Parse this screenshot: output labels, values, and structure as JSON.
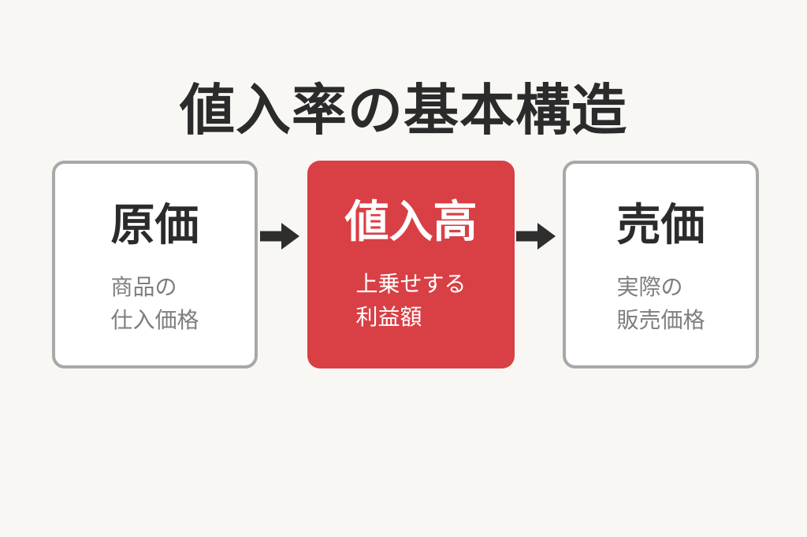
{
  "title": "値入率の基本構造",
  "colors": {
    "background": "#f9f7f3",
    "accent_red": "#d84045",
    "box_border": "#a8a8a8",
    "title_text": "#2b2b2b",
    "subtitle_gray": "#7e7e7e",
    "arrow": "#2e2e2e"
  },
  "flow": {
    "boxes": [
      {
        "id": "cost",
        "label": "原価",
        "description": "商品の\n仕入価格",
        "variant": "outline"
      },
      {
        "id": "markup",
        "label": "値入高",
        "description": "上乗せする\n利益額",
        "variant": "accent"
      },
      {
        "id": "price",
        "label": "売価",
        "description": "実際の\n販売価格",
        "variant": "outline"
      }
    ],
    "arrows": [
      {
        "from": "cost",
        "to": "markup",
        "direction": "right"
      },
      {
        "from": "markup",
        "to": "price",
        "direction": "right"
      }
    ]
  }
}
